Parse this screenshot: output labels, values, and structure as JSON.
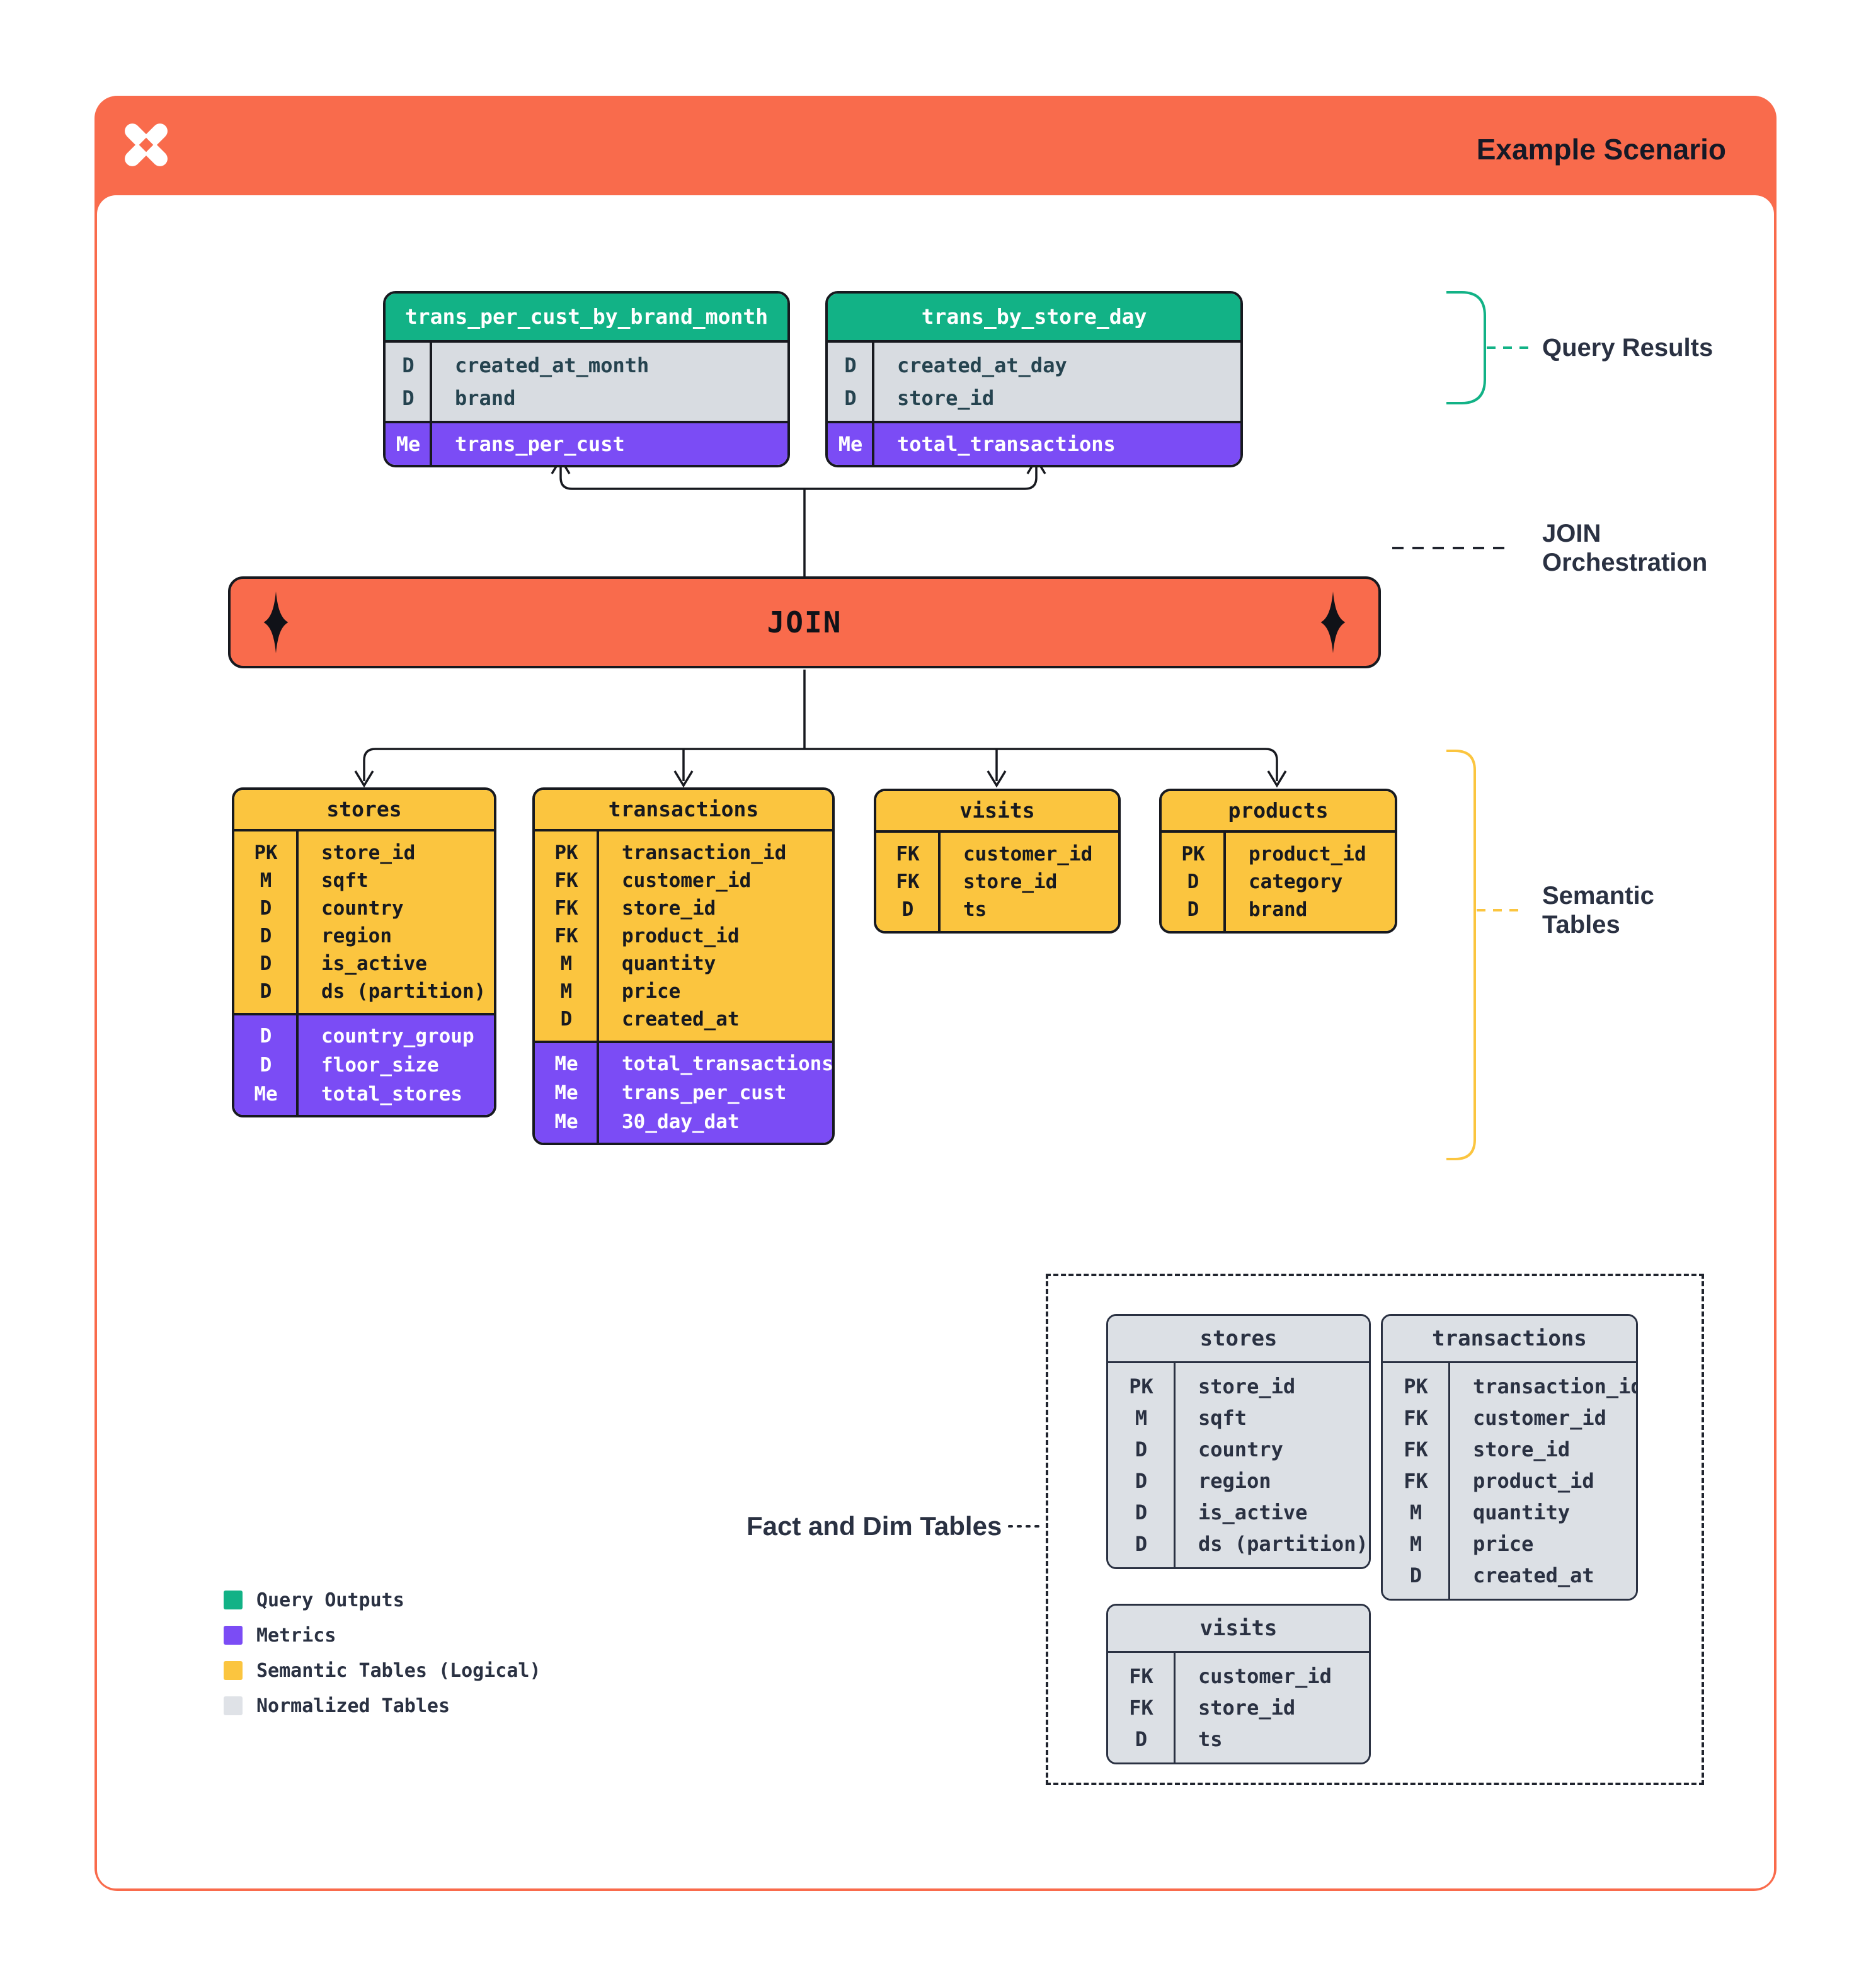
{
  "header": {
    "title": "Example Scenario",
    "logo": "pinwheel-x-logo"
  },
  "join": {
    "label": "JOIN"
  },
  "annotations": {
    "query_results": "Query Results",
    "join_orchestration": [
      "JOIN",
      "Orchestration"
    ],
    "semantic_tables": [
      "Semantic",
      "Tables"
    ],
    "fact_and_dim": "Fact and Dim Tables"
  },
  "query_results": [
    {
      "title": "trans_per_cust_by_brand_month",
      "sections": [
        {
          "kind": "dims",
          "rows": [
            [
              "D",
              "created_at_month"
            ],
            [
              "D",
              "brand"
            ]
          ]
        },
        {
          "kind": "metrics",
          "rows": [
            [
              "Me",
              "trans_per_cust"
            ]
          ]
        }
      ]
    },
    {
      "title": "trans_by_store_day",
      "sections": [
        {
          "kind": "dims",
          "rows": [
            [
              "D",
              "created_at_day"
            ],
            [
              "D",
              "store_id"
            ]
          ]
        },
        {
          "kind": "metrics",
          "rows": [
            [
              "Me",
              "total_transactions"
            ]
          ]
        }
      ]
    }
  ],
  "semantic_tables": [
    {
      "title": "stores",
      "sections": [
        {
          "kind": "body",
          "rows": [
            [
              "PK",
              "store_id"
            ],
            [
              "M",
              "sqft"
            ],
            [
              "D",
              "country"
            ],
            [
              "D",
              "region"
            ],
            [
              "D",
              "is_active"
            ],
            [
              "D",
              "ds (partition)"
            ]
          ]
        },
        {
          "kind": "metrics",
          "rows": [
            [
              "D",
              "country_group"
            ],
            [
              "D",
              "floor_size"
            ],
            [
              "Me",
              "total_stores"
            ]
          ]
        }
      ]
    },
    {
      "title": "transactions",
      "sections": [
        {
          "kind": "body",
          "rows": [
            [
              "PK",
              "transaction_id"
            ],
            [
              "FK",
              "customer_id"
            ],
            [
              "FK",
              "store_id"
            ],
            [
              "FK",
              "product_id"
            ],
            [
              "M",
              "quantity"
            ],
            [
              "M",
              "price"
            ],
            [
              "D",
              "created_at"
            ]
          ]
        },
        {
          "kind": "metrics",
          "rows": [
            [
              "Me",
              "total_transactions"
            ],
            [
              "Me",
              "trans_per_cust"
            ],
            [
              "Me",
              "30_day_dat"
            ]
          ]
        }
      ]
    },
    {
      "title": "visits",
      "sections": [
        {
          "kind": "body",
          "rows": [
            [
              "FK",
              "customer_id"
            ],
            [
              "FK",
              "store_id"
            ],
            [
              "D",
              "ts"
            ]
          ]
        }
      ]
    },
    {
      "title": "products",
      "sections": [
        {
          "kind": "body",
          "rows": [
            [
              "PK",
              "product_id"
            ],
            [
              "D",
              "category"
            ],
            [
              "D",
              "brand"
            ]
          ]
        }
      ]
    }
  ],
  "normalized_tables": [
    {
      "title": "stores",
      "sections": [
        {
          "kind": "body",
          "rows": [
            [
              "PK",
              "store_id"
            ],
            [
              "M",
              "sqft"
            ],
            [
              "D",
              "country"
            ],
            [
              "D",
              "region"
            ],
            [
              "D",
              "is_active"
            ],
            [
              "D",
              "ds (partition)"
            ]
          ]
        }
      ]
    },
    {
      "title": "transactions",
      "sections": [
        {
          "kind": "body",
          "rows": [
            [
              "PK",
              "transaction_id"
            ],
            [
              "FK",
              "customer_id"
            ],
            [
              "FK",
              "store_id"
            ],
            [
              "FK",
              "product_id"
            ],
            [
              "M",
              "quantity"
            ],
            [
              "M",
              "price"
            ],
            [
              "D",
              "created_at"
            ]
          ]
        }
      ]
    },
    {
      "title": "visits",
      "sections": [
        {
          "kind": "body",
          "rows": [
            [
              "FK",
              "customer_id"
            ],
            [
              "FK",
              "store_id"
            ],
            [
              "D",
              "ts"
            ]
          ]
        }
      ]
    }
  ],
  "legend": {
    "items": [
      {
        "swatch": "green",
        "label": "Query Outputs"
      },
      {
        "swatch": "purple",
        "label": "Metrics"
      },
      {
        "swatch": "yellow",
        "label": "Semantic Tables (Logical)"
      },
      {
        "swatch": "lightgray",
        "label": "Normalized Tables"
      }
    ]
  },
  "colors": {
    "orange": "#F96B4C",
    "green": "#12B286",
    "purple": "#7B4CF5",
    "yellow": "#FBC53F",
    "graybg": "#DCE0E5",
    "ink": "#272D3F",
    "line": "#17191F"
  }
}
